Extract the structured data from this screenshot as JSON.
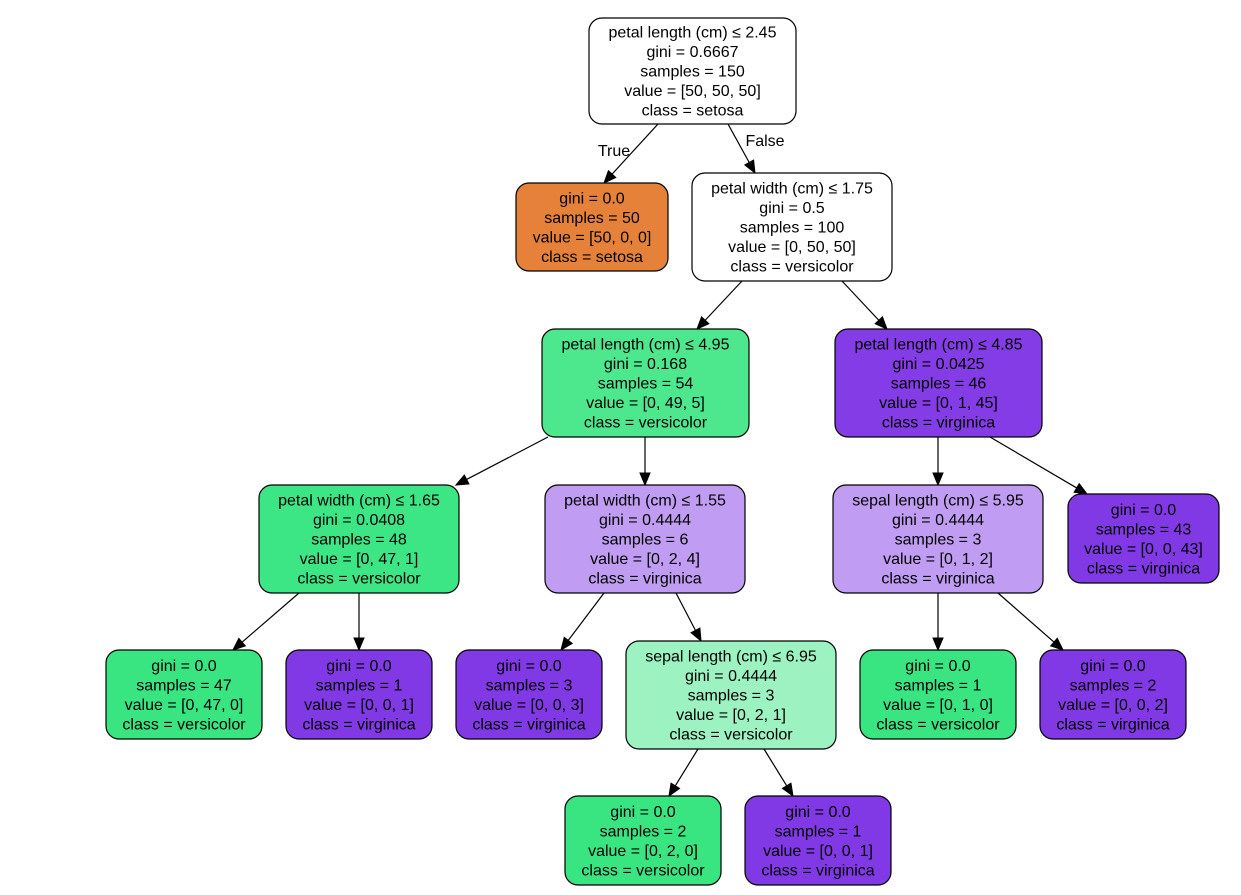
{
  "tree": {
    "colors": {
      "setosa_pure": "#e58139",
      "versicolor_pure": "#39e581",
      "versicolor_mid": "#4de88e",
      "versicolor_strong": "#3de684",
      "versicolor_light": "#9cf2c0",
      "virginica_pure": "#8139e5",
      "virginica_mid": "#843de6",
      "virginica_light": "#c09cf2",
      "neutral": "#ffffff"
    },
    "nodes": [
      {
        "id": "n0",
        "color": "neutral",
        "lines": [
          "petal length (cm) ≤ 2.45",
          "gini = 0.6667",
          "samples = 150",
          "value = [50, 50, 50]",
          "class = setosa"
        ]
      },
      {
        "id": "n1",
        "color": "setosa_pure",
        "lines": [
          "gini = 0.0",
          "samples = 50",
          "value = [50, 0, 0]",
          "class = setosa"
        ]
      },
      {
        "id": "n2",
        "color": "neutral",
        "lines": [
          "petal width (cm) ≤ 1.75",
          "gini = 0.5",
          "samples = 100",
          "value = [0, 50, 50]",
          "class = versicolor"
        ]
      },
      {
        "id": "n3",
        "color": "versicolor_mid",
        "lines": [
          "petal length (cm) ≤ 4.95",
          "gini = 0.168",
          "samples = 54",
          "value = [0, 49, 5]",
          "class = versicolor"
        ]
      },
      {
        "id": "n4",
        "color": "virginica_mid",
        "lines": [
          "petal length (cm) ≤ 4.85",
          "gini = 0.0425",
          "samples = 46",
          "value = [0, 1, 45]",
          "class = virginica"
        ]
      },
      {
        "id": "n5",
        "color": "versicolor_strong",
        "lines": [
          "petal width (cm) ≤ 1.65",
          "gini = 0.0408",
          "samples = 48",
          "value = [0, 47, 1]",
          "class = versicolor"
        ]
      },
      {
        "id": "n6",
        "color": "virginica_light",
        "lines": [
          "petal width (cm) ≤ 1.55",
          "gini = 0.4444",
          "samples = 6",
          "value = [0, 2, 4]",
          "class = virginica"
        ]
      },
      {
        "id": "n7",
        "color": "virginica_light",
        "lines": [
          "sepal length (cm) ≤ 5.95",
          "gini = 0.4444",
          "samples = 3",
          "value = [0, 1, 2]",
          "class = virginica"
        ]
      },
      {
        "id": "n8",
        "color": "virginica_pure",
        "lines": [
          "gini = 0.0",
          "samples = 43",
          "value = [0, 0, 43]",
          "class = virginica"
        ]
      },
      {
        "id": "n9",
        "color": "versicolor_pure",
        "lines": [
          "gini = 0.0",
          "samples = 47",
          "value = [0, 47, 0]",
          "class = versicolor"
        ]
      },
      {
        "id": "n10",
        "color": "virginica_pure",
        "lines": [
          "gini = 0.0",
          "samples = 1",
          "value = [0, 0, 1]",
          "class = virginica"
        ]
      },
      {
        "id": "n11",
        "color": "virginica_pure",
        "lines": [
          "gini = 0.0",
          "samples = 3",
          "value = [0, 0, 3]",
          "class = virginica"
        ]
      },
      {
        "id": "n12",
        "color": "versicolor_light",
        "lines": [
          "sepal length (cm) ≤ 6.95",
          "gini = 0.4444",
          "samples = 3",
          "value = [0, 2, 1]",
          "class = versicolor"
        ]
      },
      {
        "id": "n13",
        "color": "versicolor_pure",
        "lines": [
          "gini = 0.0",
          "samples = 1",
          "value = [0, 1, 0]",
          "class = versicolor"
        ]
      },
      {
        "id": "n14",
        "color": "virginica_pure",
        "lines": [
          "gini = 0.0",
          "samples = 2",
          "value = [0, 0, 2]",
          "class = virginica"
        ]
      },
      {
        "id": "n15",
        "color": "versicolor_pure",
        "lines": [
          "gini = 0.0",
          "samples = 2",
          "value = [0, 2, 0]",
          "class = versicolor"
        ]
      },
      {
        "id": "n16",
        "color": "virginica_pure",
        "lines": [
          "gini = 0.0",
          "samples = 1",
          "value = [0, 0, 1]",
          "class = virginica"
        ]
      }
    ],
    "edges": [
      {
        "from": "n0",
        "to": "n1",
        "label": "True"
      },
      {
        "from": "n0",
        "to": "n2",
        "label": "False"
      },
      {
        "from": "n2",
        "to": "n3",
        "label": ""
      },
      {
        "from": "n2",
        "to": "n4",
        "label": ""
      },
      {
        "from": "n3",
        "to": "n5",
        "label": ""
      },
      {
        "from": "n3",
        "to": "n6",
        "label": ""
      },
      {
        "from": "n4",
        "to": "n7",
        "label": ""
      },
      {
        "from": "n4",
        "to": "n8",
        "label": ""
      },
      {
        "from": "n5",
        "to": "n9",
        "label": ""
      },
      {
        "from": "n5",
        "to": "n10",
        "label": ""
      },
      {
        "from": "n6",
        "to": "n11",
        "label": ""
      },
      {
        "from": "n6",
        "to": "n12",
        "label": ""
      },
      {
        "from": "n7",
        "to": "n13",
        "label": ""
      },
      {
        "from": "n7",
        "to": "n14",
        "label": ""
      },
      {
        "from": "n12",
        "to": "n15",
        "label": ""
      },
      {
        "from": "n12",
        "to": "n16",
        "label": ""
      }
    ]
  }
}
